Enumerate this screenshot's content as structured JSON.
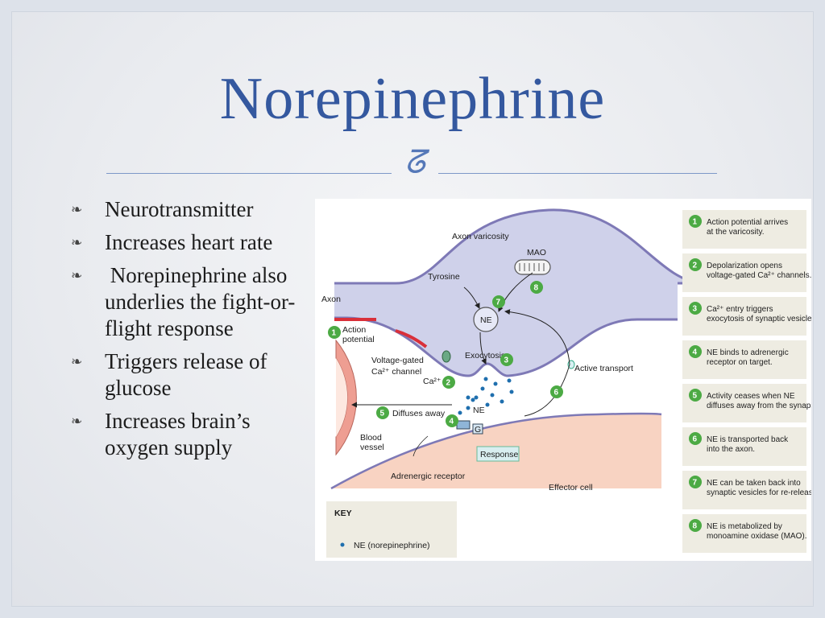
{
  "slide": {
    "title": "Norepinephrine",
    "ornament": "ᘔ",
    "bullet_marker": "❧",
    "bullets": [
      "Neurotransmitter",
      "Increases heart rate",
      " Norepinephrine also underlies the fight-or-flight response",
      "Triggers release of glucose",
      "Increases brain’s oxygen supply"
    ]
  },
  "figure": {
    "labels": {
      "axon_varicosity": "Axon varicosity",
      "mao": "MAO",
      "tyrosine": "Tyrosine",
      "axon": "Axon",
      "action_potential_1": "Action",
      "action_potential_2": "potential",
      "voltage_gated_1": "Voltage-gated",
      "voltage_gated_2": "Ca²⁺ channel",
      "ca2": "Ca²⁺",
      "exocytosis": "Exocytosis",
      "ne_vesicle": "NE",
      "ne_cleft": "NE",
      "active_transport": "Active transport",
      "diffuses_away": "Diffuses away",
      "blood_vessel_1": "Blood",
      "blood_vessel_2": "vessel",
      "g_protein": "G",
      "response": "Response",
      "adrenergic_receptor": "Adrenergic receptor",
      "effector_cell": "Effector cell"
    },
    "key": {
      "title": "KEY",
      "item": "NE (norepinephrine)"
    },
    "step_numbers": [
      "1",
      "2",
      "3",
      "4",
      "5",
      "6",
      "7",
      "8"
    ],
    "steps": [
      [
        "Action potential arrives",
        "at the varicosity."
      ],
      [
        "Depolarization opens",
        "voltage-gated Ca²⁺ channels."
      ],
      [
        "Ca²⁺ entry triggers",
        "exocytosis of synaptic vesicles."
      ],
      [
        "NE binds to adrenergic",
        "receptor on target."
      ],
      [
        "Activity ceases when NE",
        "diffuses away from the synapse."
      ],
      [
        "NE is transported back",
        "into the axon."
      ],
      [
        "NE can be taken back into",
        "synaptic vesicles for re-release."
      ],
      [
        "NE is metabolized by",
        "monoamine oxidase (MAO)."
      ]
    ],
    "colors": {
      "axon_fill": "#cfd1ea",
      "membrane": "#7e79b6",
      "effector_fill": "#f8d3c2",
      "vessel_fill": "#ee9e92",
      "step_badge": "#4caa44",
      "step_panel": "#eeece2",
      "ne_dot": "#1f6fae",
      "title": "#34589f"
    }
  }
}
